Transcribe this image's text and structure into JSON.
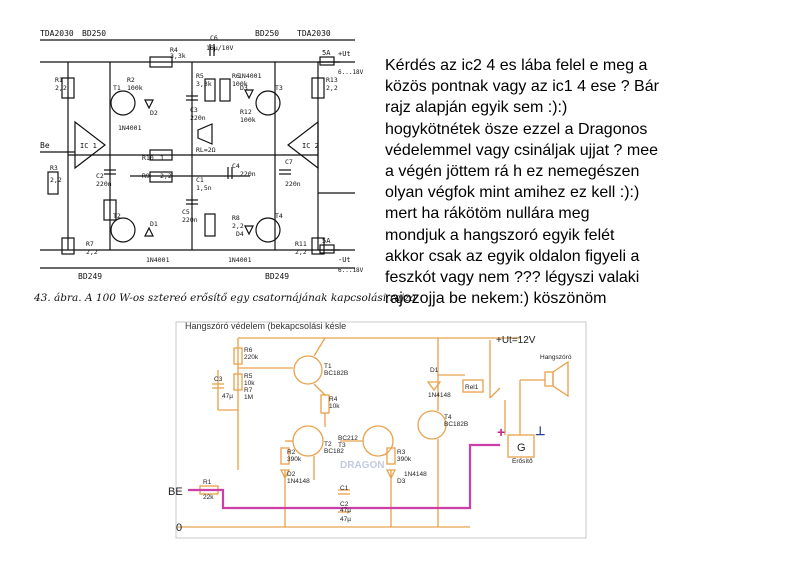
{
  "top_schematic": {
    "chip_labels": [
      "TDA2030",
      "BD250",
      "BD250",
      "TDA2030"
    ],
    "bottom_transistor_labels": [
      "BD249",
      "BD249"
    ],
    "ic_labels": [
      "IC 1",
      "IC 2"
    ],
    "input_labels": [
      "Be"
    ],
    "supply_labels": [
      "+Ut",
      "6...18V",
      "-Ut",
      "6...18V"
    ],
    "fuse_labels": [
      "5A",
      "5A"
    ],
    "components": {
      "r1": "R1",
      "r1v": "2,2",
      "r2": "R2",
      "r2v": "100k",
      "r3": "R3",
      "r3v": "2,2",
      "r4": "R4",
      "r4v": "3,3k",
      "r5": "R5",
      "r5v": "3,3k",
      "r6": "R6",
      "r6v": "100k",
      "r7": "R7",
      "r7v": "2,2",
      "r8": "R8",
      "r8v": "2,2",
      "r9": "R9",
      "r9v": "2,2",
      "r10": "R10",
      "r10v": "1",
      "r11": "R11",
      "r11v": "2,2",
      "r12": "R12",
      "r12v": "100k",
      "r13": "R13",
      "r13v": "2,2",
      "c1": "C1",
      "c1v": "1,5n",
      "c2": "C2",
      "c2v": "220n",
      "c3": "C3",
      "c3v": "220n",
      "c4": "C4",
      "c4v": "220n",
      "c5": "C5",
      "c5v": "220n",
      "c6": "C6",
      "c6v": "16µ/10V",
      "c7": "C7",
      "c7v": "220n",
      "d1": "D1",
      "d2": "D2",
      "d3": "D3",
      "d4": "D4",
      "t1": "T1",
      "t2": "T2",
      "t3": "T3",
      "t4": "T4",
      "diode_type": "1N4001",
      "load": "RL=2Ω"
    },
    "caption": "43. ábra. A 100 W-os sztereó erősítő egy csatornájának kapcsolási rajza"
  },
  "question_lines": [
    "Kérdés az ic2 4 es lába felel e meg a",
    "közös pontnak vagy az ic1 4 ese ? Bár",
    "rajz alapján egyik sem :):)",
    "hogykötnétek ösze ezzel a Dragonos",
    "védelemmel vagy csináljak ujjat ? mee",
    "a végén jöttem rá h ez nemegészen",
    "olyan végfok mint amihez ez kell :):)",
    "mert ha rákötöm nullára   meg",
    "mondjuk a hangszoró egyik felét",
    "akkor csak az   egyik oldalon figyeli a",
    "feszkót vagy nem ??? légyszi valaki",
    "rajozojja be nekem:) köszönöm"
  ],
  "bottom_schematic": {
    "title": "Hangszóró védelem (bekapcsolási késle",
    "supply": "+Ut=12V",
    "speaker_label": "Hangszóró",
    "amp_label": "Erősítő",
    "amp_letter": "G",
    "relay": "Rel1",
    "input": "BE",
    "ground": "0",
    "plus": "+",
    "minus": "⊥",
    "watermark": "DRAGON",
    "parts": {
      "r6": "R6",
      "r6v": "220k",
      "r5": "R5",
      "r5v": "10k",
      "r7": "R7",
      "r7v": "1M",
      "c3": "C3",
      "c3v": "47µ",
      "r4": "R4",
      "r4v": "10k",
      "r2": "R2",
      "r2v": "390k",
      "r3": "R3",
      "r3v": "390k",
      "r1": "R1",
      "r1v": "22k",
      "c1": "C1",
      "c1v": "47µ",
      "c2": "C2",
      "c2v": "47µ",
      "t1": "T1",
      "t1v": "BC182B",
      "t2": "T2",
      "t2v": "BC182",
      "t3": "BC212",
      "t3v": "T3",
      "t4": "T4",
      "t4v": "BC182B",
      "d1": "D1",
      "d1v": "1N4148",
      "d2": "D2",
      "d2v": "1N4148",
      "d3": "D3",
      "d3v": "1N4148"
    }
  }
}
